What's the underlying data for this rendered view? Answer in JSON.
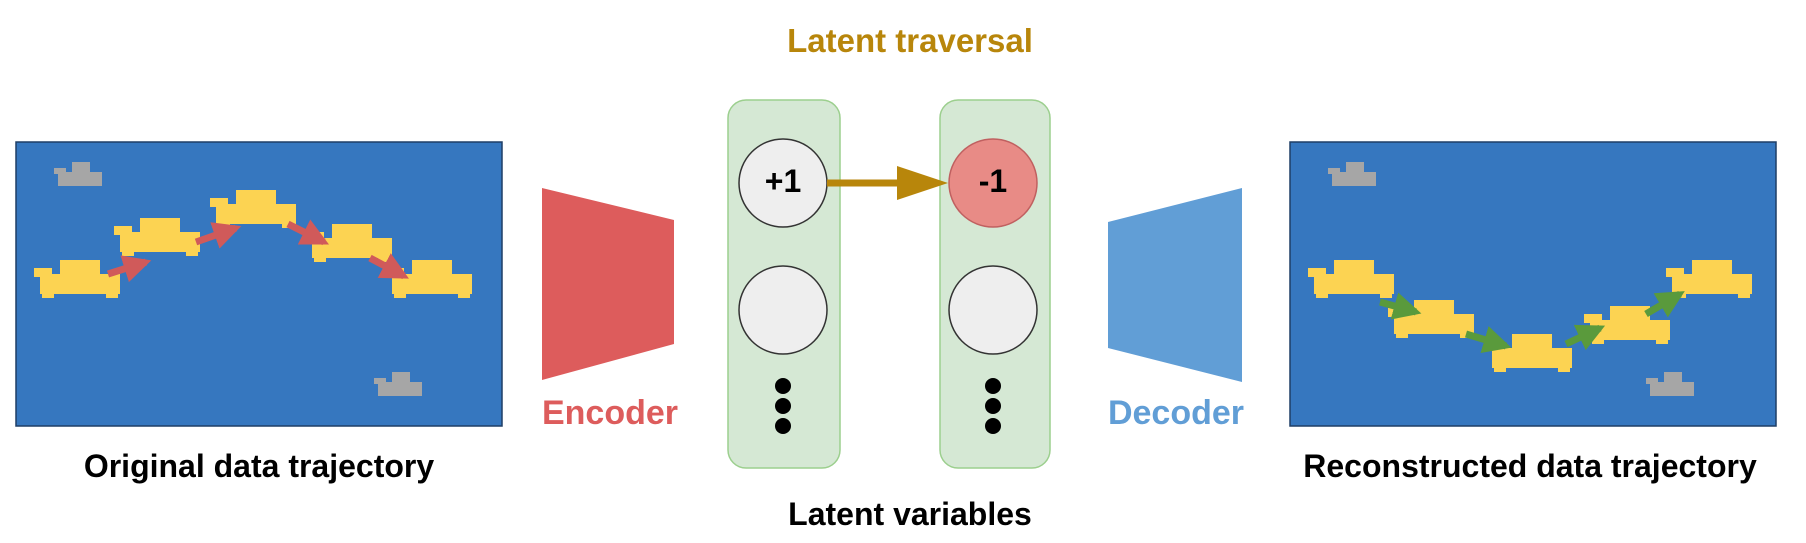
{
  "labels": {
    "latent_traversal": "Latent traversal",
    "encoder": "Encoder",
    "decoder": "Decoder",
    "original": "Original data trajectory",
    "reconstructed": "Reconstructed data trajectory",
    "latent_variables": "Latent variables",
    "node_plus": "+1",
    "node_minus": "-1"
  },
  "colors": {
    "panel_bg": "#3677bf",
    "ship": "#fcd352",
    "enemy": "#a6a6a6",
    "traj_original": "#d05a5a",
    "traj_reconstructed": "#5a9a3c",
    "encoder": "#dd5c5c",
    "decoder": "#619ed6",
    "latent_box": "#d5e8d4",
    "latent_box_border": "#9ccf8e",
    "traversal": "#b8860b",
    "node_gray": "#eeeeee",
    "node_red": "#e88b86"
  }
}
